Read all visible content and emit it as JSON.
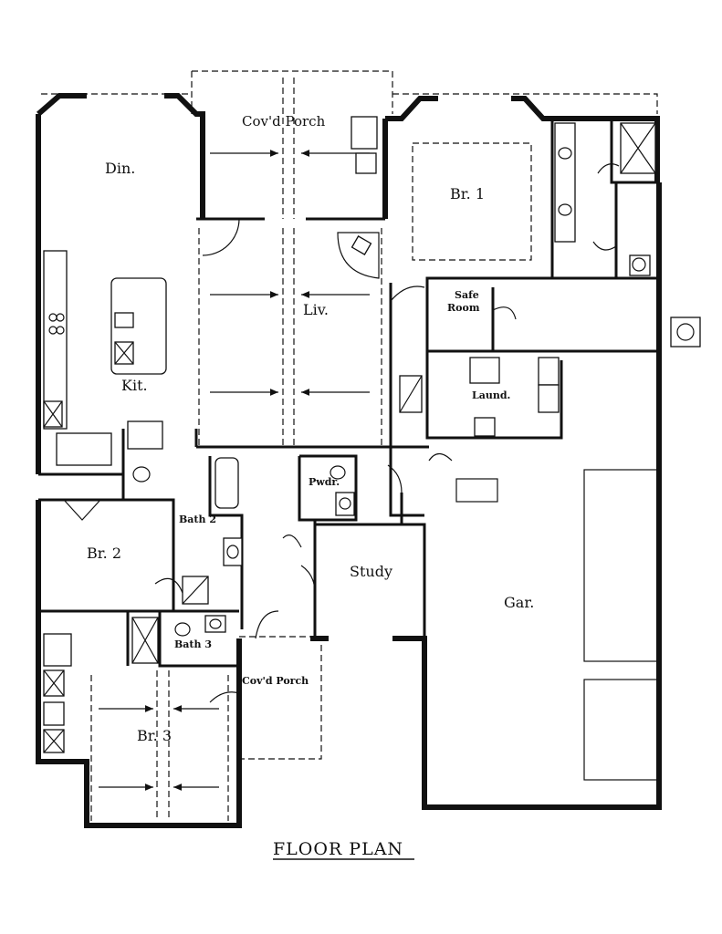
{
  "title": "FLOOR PLAN",
  "rooms": {
    "din": "Din.",
    "kit": "Kit.",
    "covd_porch_rear": "Cov'd Porch",
    "liv": "Liv.",
    "br1": "Br. 1",
    "safe_room_line1": "Safe",
    "safe_room_line2": "Room",
    "laund": "Laund.",
    "bath2": "Bath 2",
    "br2": "Br. 2",
    "pwdr": "Pwdr.",
    "study": "Study",
    "gar": "Gar.",
    "bath3": "Bath 3",
    "covd_porch_front": "Cov'd Porch",
    "br3": "Br. 3"
  }
}
